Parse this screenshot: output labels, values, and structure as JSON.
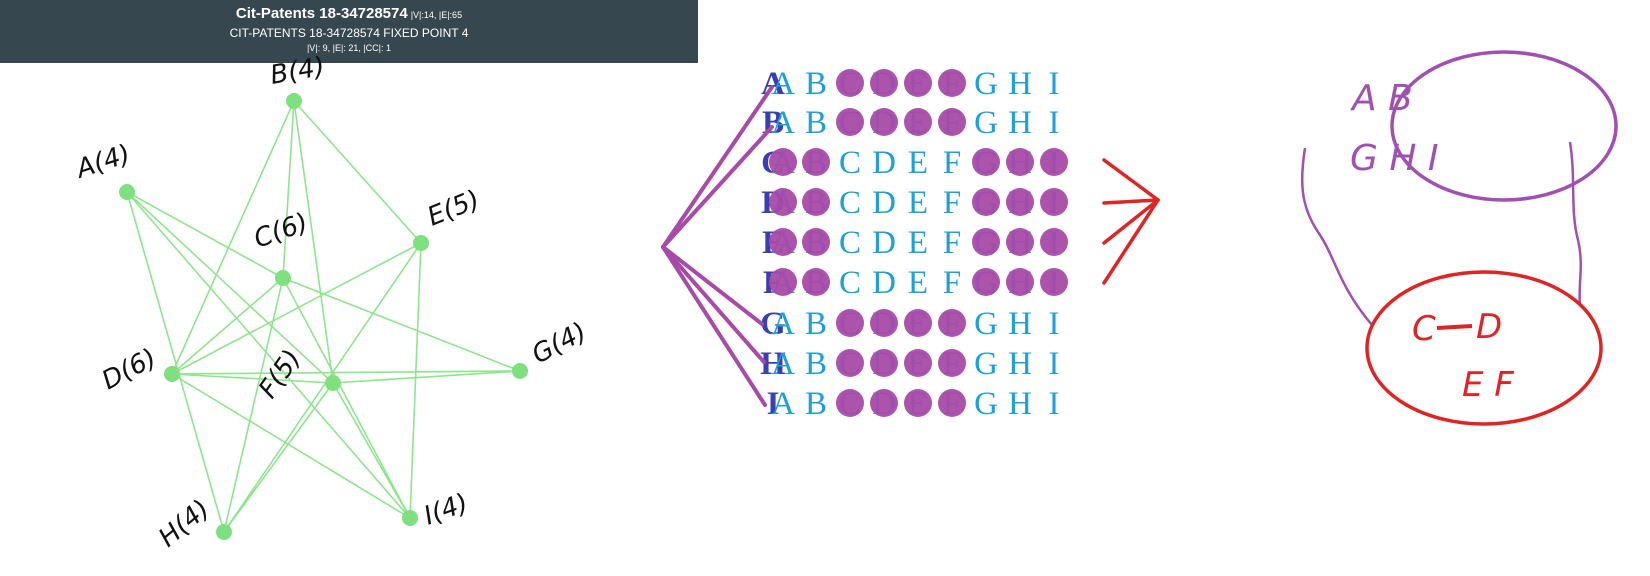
{
  "header": {
    "title": "Cit-Patents 18-34728574",
    "title_stats": "|V|:14, |E|:65",
    "subtitle": "CIT-PATENTS 18-34728574 FIXED POINT 4",
    "stats": "|V|: 9, |E|: 21, |CC|: 1"
  },
  "graph": {
    "node_color": "#7ee07e",
    "edge_color": "#8ee58e",
    "nodes": [
      {
        "id": "B",
        "label": "B(4)"
      },
      {
        "id": "A",
        "label": "A(4)"
      },
      {
        "id": "E",
        "label": "E(5)"
      },
      {
        "id": "C",
        "label": "C(6)"
      },
      {
        "id": "D",
        "label": "D(6)"
      },
      {
        "id": "F",
        "label": "F(5)"
      },
      {
        "id": "G",
        "label": "G(4)"
      },
      {
        "id": "H",
        "label": "H(4)"
      },
      {
        "id": "I",
        "label": "I(4)"
      }
    ],
    "edges": [
      [
        "B",
        "D"
      ],
      [
        "B",
        "F"
      ],
      [
        "B",
        "E"
      ],
      [
        "B",
        "C"
      ],
      [
        "A",
        "C"
      ],
      [
        "A",
        "F"
      ],
      [
        "A",
        "H"
      ],
      [
        "A",
        "I"
      ],
      [
        "C",
        "D"
      ],
      [
        "C",
        "H"
      ],
      [
        "C",
        "I"
      ],
      [
        "C",
        "G"
      ],
      [
        "D",
        "E"
      ],
      [
        "D",
        "G"
      ],
      [
        "D",
        "I"
      ],
      [
        "D",
        "F"
      ],
      [
        "E",
        "I"
      ],
      [
        "E",
        "H"
      ],
      [
        "F",
        "G"
      ],
      [
        "F",
        "I"
      ],
      [
        "F",
        "H"
      ]
    ]
  },
  "matrix": {
    "row_headers": [
      "A",
      "B",
      "C",
      "D",
      "E",
      "F",
      "G",
      "H",
      "I"
    ],
    "column_letters": [
      "A",
      "B",
      "C",
      "D",
      "E",
      "F",
      "G",
      "H",
      "I"
    ],
    "header_color": "#3a3fb0",
    "letter_color": "#1ea0dc",
    "mark_color": "#a84aa8",
    "highlight_color": "#e02424",
    "masked": [
      [
        2,
        3,
        4,
        5
      ],
      [
        2,
        3,
        4,
        5
      ],
      [
        0,
        1,
        6,
        7,
        8
      ],
      [
        0,
        1,
        6,
        7,
        8
      ],
      [
        0,
        1,
        6,
        7,
        8
      ],
      [
        0,
        1,
        6,
        7,
        8
      ],
      [
        2,
        3,
        4,
        5
      ],
      [
        2,
        3,
        4,
        5
      ],
      [
        2,
        3,
        4,
        5
      ]
    ]
  },
  "sets": {
    "top_color": "#a050b0",
    "bottom_color": "#e02424",
    "top_row1": "A B",
    "top_row2": "G H I",
    "bottom_c": "C",
    "bottom_d": "D",
    "bottom_row2": "E F"
  }
}
